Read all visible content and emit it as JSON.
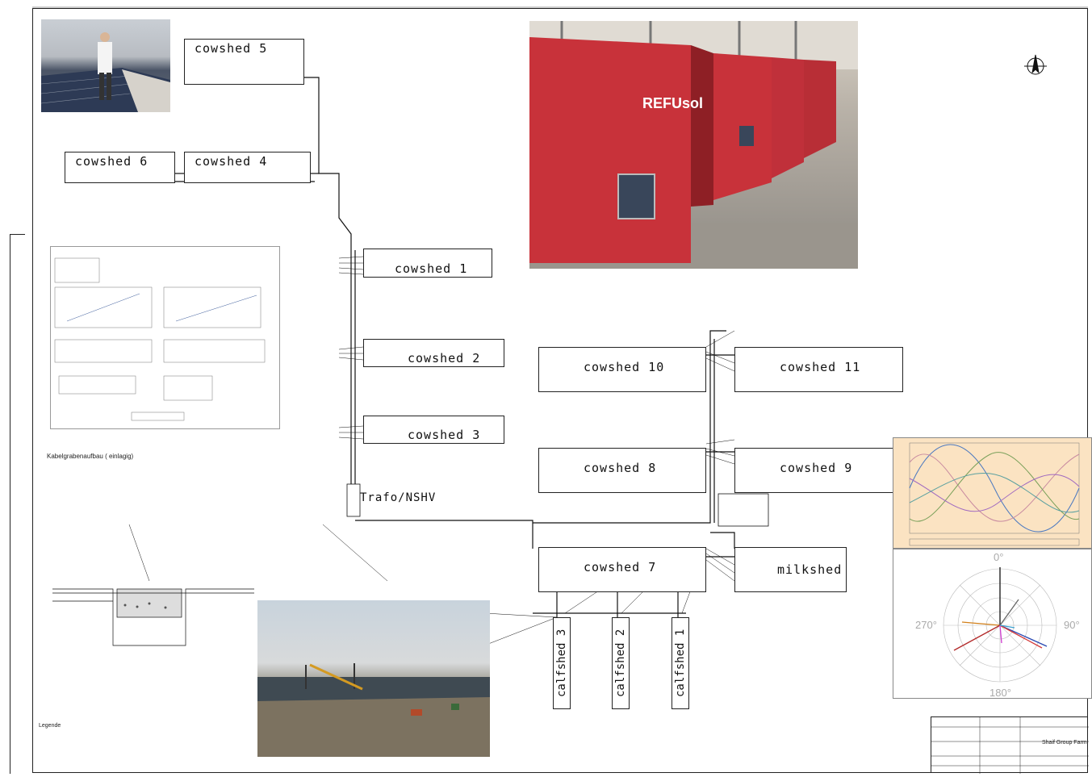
{
  "buildings": {
    "cowshed_5": "cowshed  5",
    "cowshed_4": "cowshed  4",
    "cowshed_6": "cowshed  6",
    "cowshed_1": "cowshed  1",
    "cowshed_2": "cowshed  2",
    "cowshed_3": "cowshed  3",
    "cowshed_10": "cowshed  10",
    "cowshed_11": "cowshed  11",
    "cowshed_8": "cowshed  8",
    "cowshed_9": "cowshed  9",
    "cowshed_7": "cowshed  7",
    "milkshed": "milkshed",
    "calfshed_3": "calfshed 3",
    "calfshed_2": "calfshed 2",
    "calfshed_1": "calfshed 1",
    "trafo": "Trafo/NSHV"
  },
  "section_titles": {
    "kabelgraben": "Kabelgrabenaufbau ( einlagig)",
    "legende": "Legende"
  },
  "polar": {
    "top": "0°",
    "left": "270°",
    "right": "90°",
    "bottom": "180°"
  },
  "photos": {
    "person_on_roof": "person-on-solar-roof",
    "inverters": "red-inverter-cabinets",
    "construction": "farm-construction-site"
  },
  "inverter_brand": "REFUsol",
  "colors": {
    "inverter_red": "#c8323a",
    "chart_bg": "#fbe3c2",
    "line": "#111111"
  },
  "title_block": {
    "project": "Shaif Group Farm"
  }
}
